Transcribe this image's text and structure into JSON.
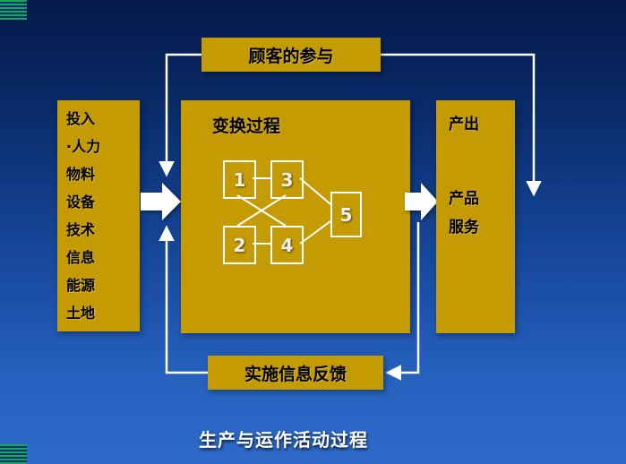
{
  "caption": "生产与运作活动过程",
  "customer_box": {
    "label": "顾客的参与"
  },
  "input_box": {
    "title": "投入",
    "items": [
      "·人力",
      "物料",
      "设备",
      "技术",
      "信息",
      "能源",
      "土地"
    ]
  },
  "process_box": {
    "title": "变换过程",
    "nodes": [
      "1",
      "3",
      "2",
      "4",
      "5"
    ]
  },
  "output_box": {
    "title": "产出",
    "items": [
      "产品",
      "服务"
    ]
  },
  "feedback_box": {
    "label": "实施信息反馈"
  },
  "colors": {
    "box_gold": "#c49b02",
    "background_blue_dark": "#05194a",
    "background_blue_light": "#2e6ac8",
    "line_white": "#ffffff",
    "corner_green": "#16a85a"
  }
}
